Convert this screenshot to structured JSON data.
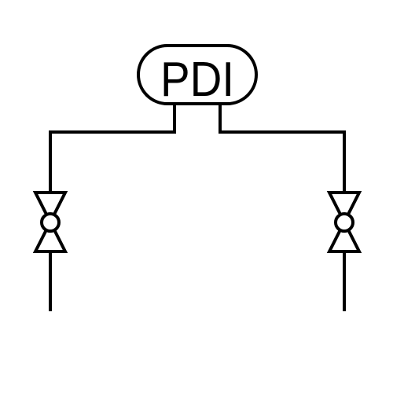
{
  "instrument": {
    "tag": "PDI",
    "shape": "discorectangle"
  },
  "valves": [
    {
      "type": "gate-valve",
      "symbol": "bowtie-with-ball"
    },
    {
      "type": "gate-valve",
      "symbol": "bowtie-with-ball"
    }
  ],
  "colors": {
    "stroke": "#000000",
    "background": "#ffffff"
  }
}
